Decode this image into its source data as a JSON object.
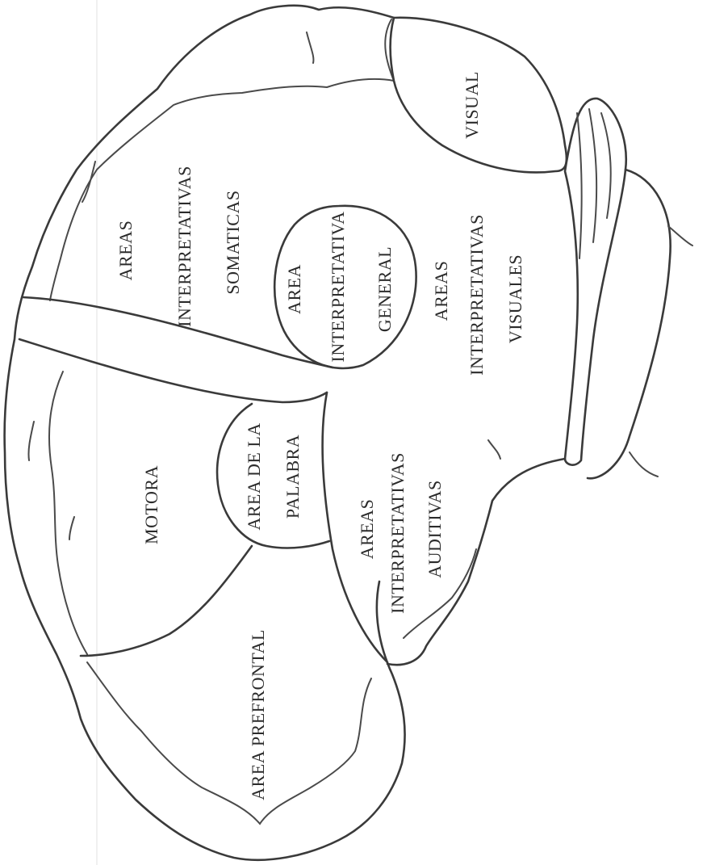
{
  "labels": {
    "visual": "VISUAL",
    "somatic_1": "AREAS",
    "somatic_2": "INTERPRETATIVAS",
    "somatic_3": "SOMATICAS",
    "general_1": "AREA",
    "general_2": "INTERPRETATIVA",
    "general_3": "GENERAL",
    "visual_interp_1": "AREAS",
    "visual_interp_2": "INTERPRETATIVAS",
    "visual_interp_3": "VISUALES",
    "motora": "MOTORA",
    "palabra_1": "AREA DE LA",
    "palabra_2": "PALABRA",
    "auditiva_1": "AREAS",
    "auditiva_2": "INTERPRETATIVAS",
    "auditiva_3": "AUDITIVAS",
    "prefrontal": "AREA PREFRONTAL"
  }
}
